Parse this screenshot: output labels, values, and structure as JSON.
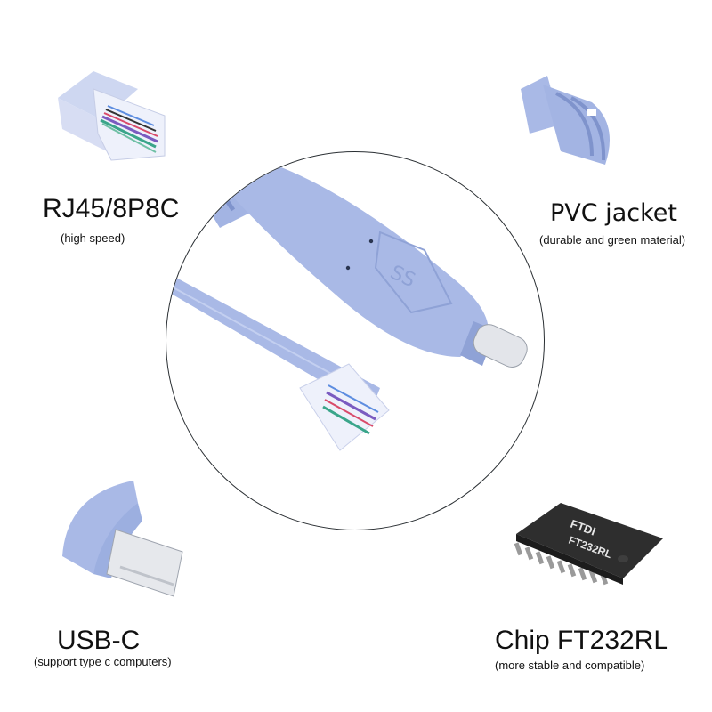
{
  "features": [
    {
      "id": "rj45",
      "title": "RJ45/8P8C",
      "subtitle": "(high speed)",
      "icon": "rj45-connector-icon"
    },
    {
      "id": "pvc",
      "title": "PVC jacket",
      "subtitle": "(durable and green material)",
      "icon": "pvc-strain-relief-icon"
    },
    {
      "id": "usbc",
      "title": "USB-C",
      "subtitle": "(support type c computers)",
      "icon": "usb-c-connector-icon"
    },
    {
      "id": "chip",
      "title": "Chip FT232RL",
      "subtitle": "(more stable and compatible)",
      "icon": "ft232rl-chip-icon"
    }
  ],
  "center": {
    "icon": "usb-c-to-rj45-cable-icon",
    "logo": "SS",
    "chip_brand": "FTDI",
    "chip_model": "FT232RL"
  },
  "colors": {
    "cable": "#a9b9e6",
    "cable_dark": "#8fa2d6",
    "outline": "#2a2f33",
    "text": "#111111"
  }
}
